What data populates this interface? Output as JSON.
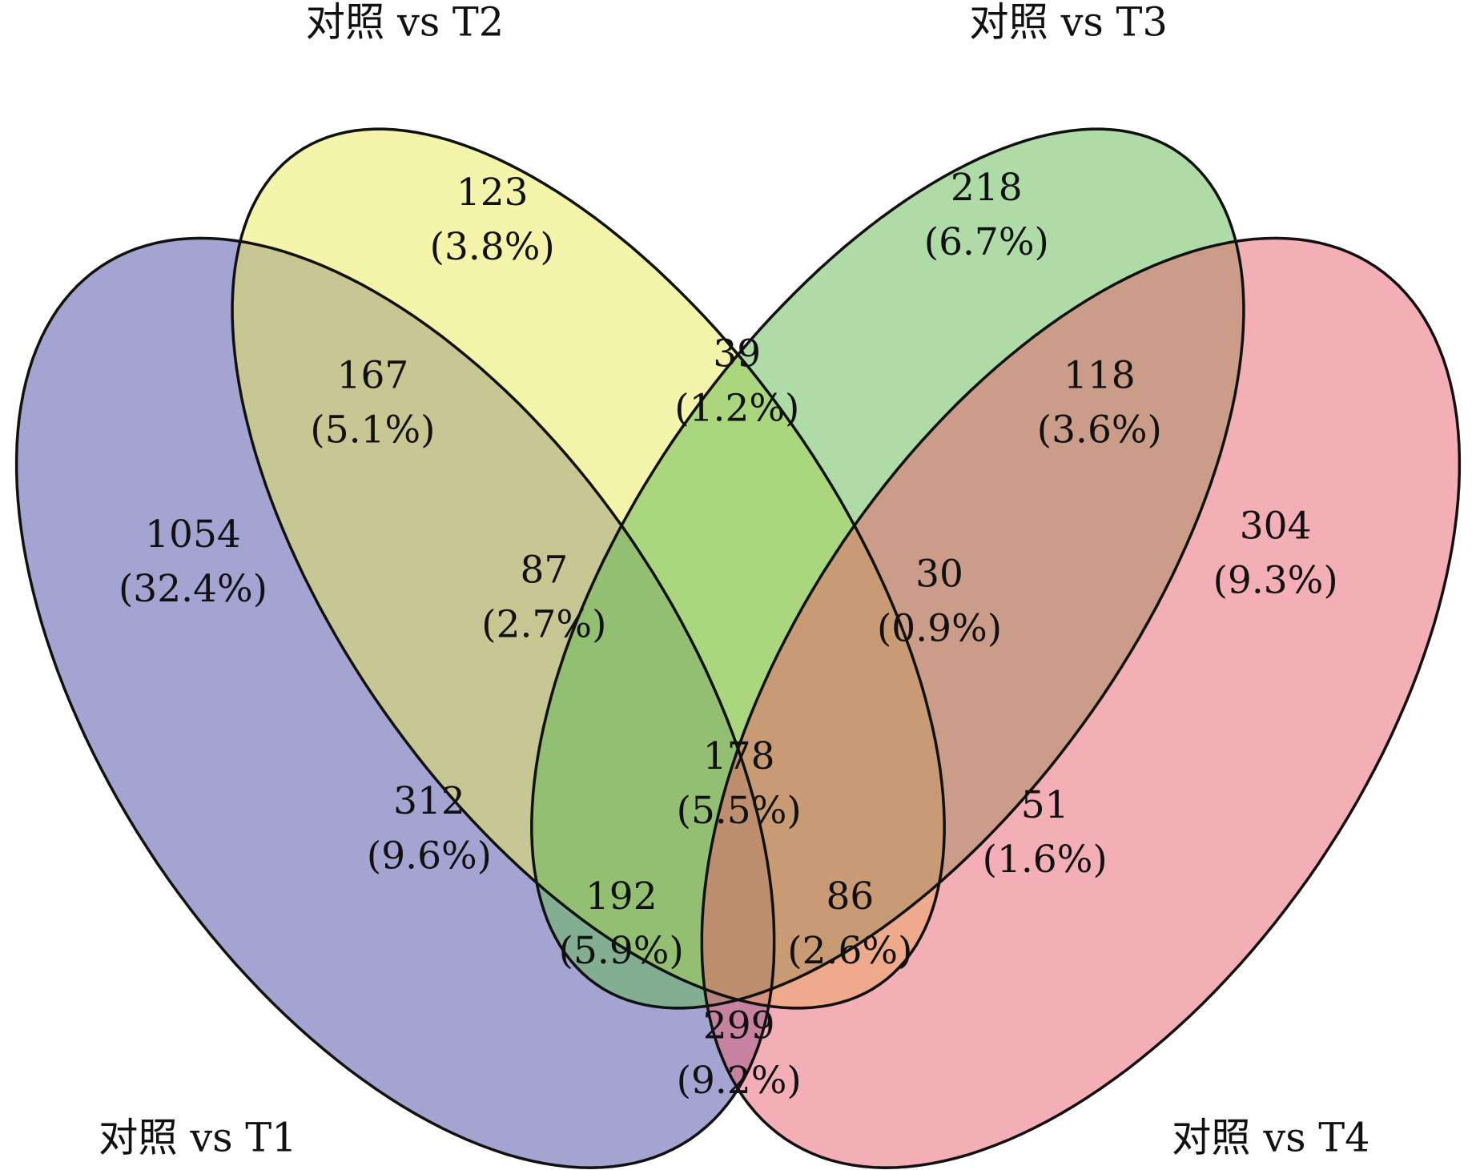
{
  "chart_data": {
    "type": "venn",
    "sets": [
      {
        "name": "对照 vs T1",
        "color": "#4a4aa8"
      },
      {
        "name": "对照 vs T2",
        "color": "#eaea55"
      },
      {
        "name": "对照 vs T3",
        "color": "#5fb84f"
      },
      {
        "name": "对照 vs T4",
        "color": "#e8606b"
      }
    ],
    "regions": [
      {
        "sets": [
          "T1"
        ],
        "count": "1054",
        "percent": "(32.4%)"
      },
      {
        "sets": [
          "T2"
        ],
        "count": "123",
        "percent": "(3.8%)"
      },
      {
        "sets": [
          "T3"
        ],
        "count": "218",
        "percent": "(6.7%)"
      },
      {
        "sets": [
          "T4"
        ],
        "count": "304",
        "percent": "(9.3%)"
      },
      {
        "sets": [
          "T1",
          "T2"
        ],
        "count": "167",
        "percent": "(5.1%)"
      },
      {
        "sets": [
          "T2",
          "T3"
        ],
        "count": "39",
        "percent": "(1.2%)"
      },
      {
        "sets": [
          "T3",
          "T4"
        ],
        "count": "118",
        "percent": "(3.6%)"
      },
      {
        "sets": [
          "T1",
          "T2",
          "T3"
        ],
        "count": "87",
        "percent": "(2.7%)"
      },
      {
        "sets": [
          "T2",
          "T3",
          "T4"
        ],
        "count": "30",
        "percent": "(0.9%)"
      },
      {
        "sets": [
          "T1",
          "T3"
        ],
        "count": "312",
        "percent": "(9.6%)"
      },
      {
        "sets": [
          "T1",
          "T2",
          "T3",
          "T4"
        ],
        "count": "178",
        "percent": "(5.5%)"
      },
      {
        "sets": [
          "T2",
          "T4"
        ],
        "count": "51",
        "percent": "(1.6%)"
      },
      {
        "sets": [
          "T1",
          "T3",
          "T4"
        ],
        "count": "192",
        "percent": "(5.9%)"
      },
      {
        "sets": [
          "T1",
          "T2",
          "T4"
        ],
        "count": "86",
        "percent": "(2.6%)"
      },
      {
        "sets": [
          "T1",
          "T4"
        ],
        "count": "299",
        "percent": "(9.2%)"
      }
    ]
  }
}
